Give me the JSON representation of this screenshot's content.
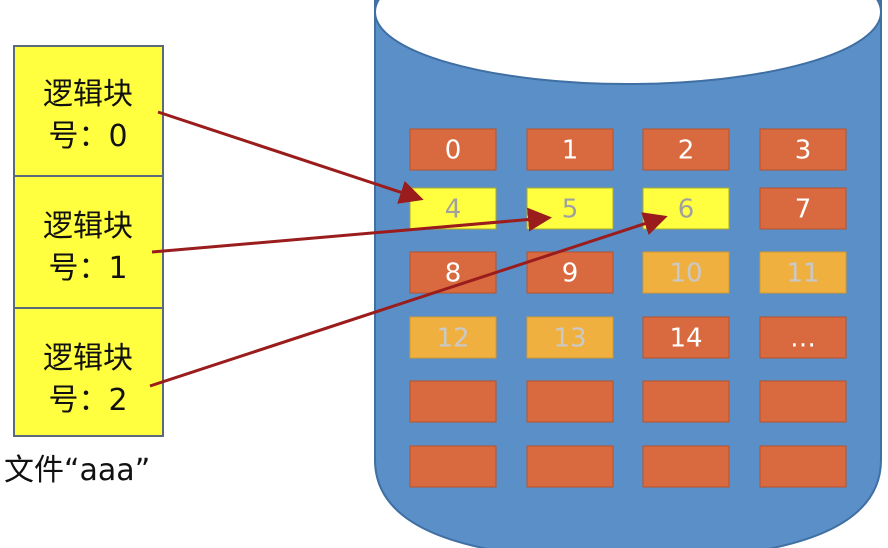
{
  "file": {
    "caption": "文件“aaa”",
    "logical_blocks": [
      {
        "line1": "逻辑块",
        "line2": "号：0",
        "maps_to_block": 4
      },
      {
        "line1": "逻辑块",
        "line2": "号：1",
        "maps_to_block": 5
      },
      {
        "line1": "逻辑块",
        "line2": "号：2",
        "maps_to_block": 6
      }
    ]
  },
  "disk": {
    "rows": [
      [
        {
          "label": "0",
          "state": "used"
        },
        {
          "label": "1",
          "state": "used"
        },
        {
          "label": "2",
          "state": "used"
        },
        {
          "label": "3",
          "state": "used"
        }
      ],
      [
        {
          "label": "4",
          "state": "file"
        },
        {
          "label": "5",
          "state": "file"
        },
        {
          "label": "6",
          "state": "file"
        },
        {
          "label": "7",
          "state": "used"
        }
      ],
      [
        {
          "label": "8",
          "state": "used"
        },
        {
          "label": "9",
          "state": "used"
        },
        {
          "label": "10",
          "state": "free"
        },
        {
          "label": "11",
          "state": "free"
        }
      ],
      [
        {
          "label": "12",
          "state": "free"
        },
        {
          "label": "13",
          "state": "free"
        },
        {
          "label": "14",
          "state": "used"
        },
        {
          "label": "…",
          "state": "used"
        }
      ],
      [
        {
          "label": "",
          "state": "used"
        },
        {
          "label": "",
          "state": "used"
        },
        {
          "label": "",
          "state": "used"
        },
        {
          "label": "",
          "state": "used"
        }
      ],
      [
        {
          "label": "",
          "state": "used"
        },
        {
          "label": "",
          "state": "used"
        },
        {
          "label": "",
          "state": "used"
        },
        {
          "label": "",
          "state": "used"
        }
      ]
    ]
  },
  "colors": {
    "disk_body": "#5b8fc7",
    "disk_edge": "#3f6fa3",
    "used_fill": "#d96a3f",
    "used_edge": "#b5532e",
    "used_text": "#ffffff",
    "free_fill": "#f0b040",
    "free_edge": "#d49a30",
    "free_text": "#c9c9c9",
    "file_fill": "#ffff40",
    "file_edge": "#a8a830",
    "file_text": "#a0a0a0",
    "arrow": "#9a1c1c"
  }
}
